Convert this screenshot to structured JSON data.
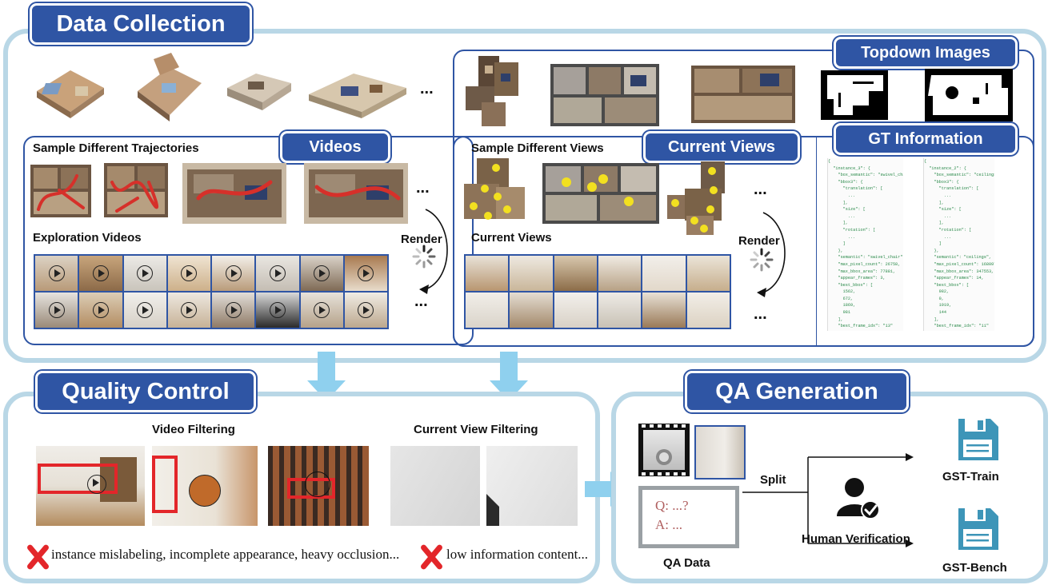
{
  "sections": {
    "data_collection": "Data Collection",
    "quality_control": "Quality Control",
    "qa_generation": "QA Generation"
  },
  "tags": {
    "topdown": "Topdown Images",
    "videos": "Videos",
    "current_views": "Current Views",
    "gt_information": "GT Information"
  },
  "labels": {
    "sample_trajectories": "Sample Different Trajectories",
    "exploration_videos": "Exploration Videos",
    "sample_views": "Sample Different Views",
    "current_views": "Current Views",
    "render_left": "Render",
    "render_right": "Render",
    "ellipsis": "...",
    "video_filtering": "Video Filtering",
    "current_view_filtering": "Current View Filtering",
    "split": "Split",
    "human_verification": "Human Verification",
    "qa_data": "QA Data",
    "gst_train": "GST-Train",
    "gst_bench": "GST-Bench"
  },
  "filter_reasons": {
    "video": "instance mislabeling, incomplete appearance,  heavy occlusion...",
    "view": "low information content..."
  },
  "qa_card": {
    "q": "Q: ...?",
    "a": "A: ..."
  },
  "gt_json_left": {
    "l1": "{",
    "l2": "  \"instance_3\": {",
    "l3": "    \"box_semantic\": \"swivel_chair\",",
    "l4": "    \"bbox3\": {",
    "l5": "      \"translation\": [",
    "l6": "        ...",
    "l7": "      ],",
    "l8": "      \"size\": [",
    "l9": "        ...",
    "l10": "      ],",
    "l11": "      \"rotation\": [",
    "l12": "        ...",
    "l13": "      ]",
    "l14": "    },",
    "l15": "    \"semantic\": \"swivel_chair\",",
    "l16": "    \"max_pixel_count\": 26758,",
    "l17": "    \"max_bbox_area\": 77881,",
    "l18": "    \"appear_frames\": 3,",
    "l19": "    \"best_bbox\": [",
    "l20": "      1562,",
    "l21": "      672,",
    "l22": "      1869,",
    "l23": "      981",
    "l24": "    ],",
    "l25": "    \"best_frame_idx\": \"13\"",
    "l26": "  },",
    "l27": "}"
  },
  "gt_json_right": {
    "l1": "{",
    "l2": "  \"instance_2\": {",
    "l3": "    \"box_semantic\": \"ceilings\",",
    "l4": "    \"bbox3\": {",
    "l5": "      \"translation\": [",
    "l6": "        ...",
    "l7": "      ],",
    "l8": "      \"size\": [",
    "l9": "        ...",
    "l10": "      ],",
    "l11": "      \"rotation\": [",
    "l12": "        ...",
    "l13": "      ]",
    "l14": "    },",
    "l15": "    \"semantic\": \"ceilings\",",
    "l16": "    \"max_pixel_count\": 168097,",
    "l17": "    \"max_bbox_area\": 347553,",
    "l18": "    \"appear_frames\": 14,",
    "l19": "    \"best_bbox\": [",
    "l20": "      982,",
    "l21": "      0,",
    "l22": "      1919,",
    "l23": "      144",
    "l24": "    ],",
    "l25": "    \"best_frame_idx\": \"11\"",
    "l26": "  },",
    "l27": "}"
  },
  "colors": {
    "accent": "#2f55a4",
    "panel_border": "#b9d7e6",
    "flow_arrow": "#8fd0ee",
    "reject": "#e3262a",
    "save_icon": "#3d95b8"
  }
}
